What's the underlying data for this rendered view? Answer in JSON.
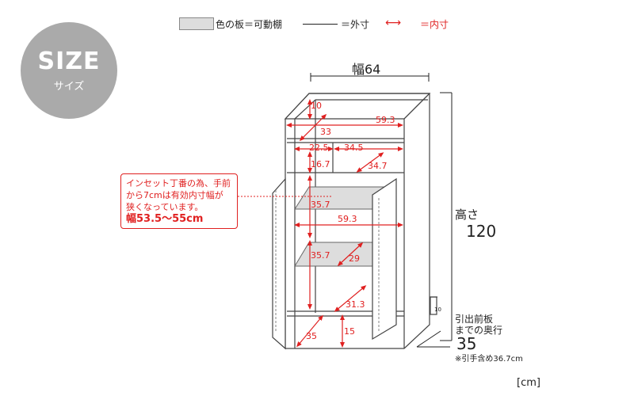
{
  "badge": {
    "title": "SIZE",
    "subtitle": "サイズ"
  },
  "legend": {
    "shelf": "色の板＝可動棚",
    "outer": "＝外寸",
    "inner": "＝内寸"
  },
  "width": {
    "label": "幅64"
  },
  "height": {
    "label": "高さ",
    "value": "120"
  },
  "depth": {
    "label_line1": "引出前板",
    "label_line2": "までの奥行",
    "value": "35",
    "note": "※引手含め36.7cm"
  },
  "callout": {
    "line1": "インセット丁番の為、手前",
    "line2": "から7cmは有効内寸幅が",
    "line3": "狭くなっています。",
    "line4": "幅53.5〜55cm"
  },
  "inner_dims": {
    "top_gap": "10",
    "shelf_width": "59.3",
    "top_depth": "33",
    "left_w": "22.5",
    "right_w": "34.5",
    "left_h": "16.7",
    "right_depth": "34.7",
    "mid_h1": "35.7",
    "mid_width": "59.3",
    "mid_h2": "35.7",
    "mid_depth": "29",
    "low_depth": "31.3",
    "base_h": "15",
    "base_depth": "35",
    "side_small": "10"
  },
  "unit": "[cm]",
  "colors": {
    "inner": "#e02020",
    "outline": "#444444",
    "shelf": "#dddddd"
  }
}
